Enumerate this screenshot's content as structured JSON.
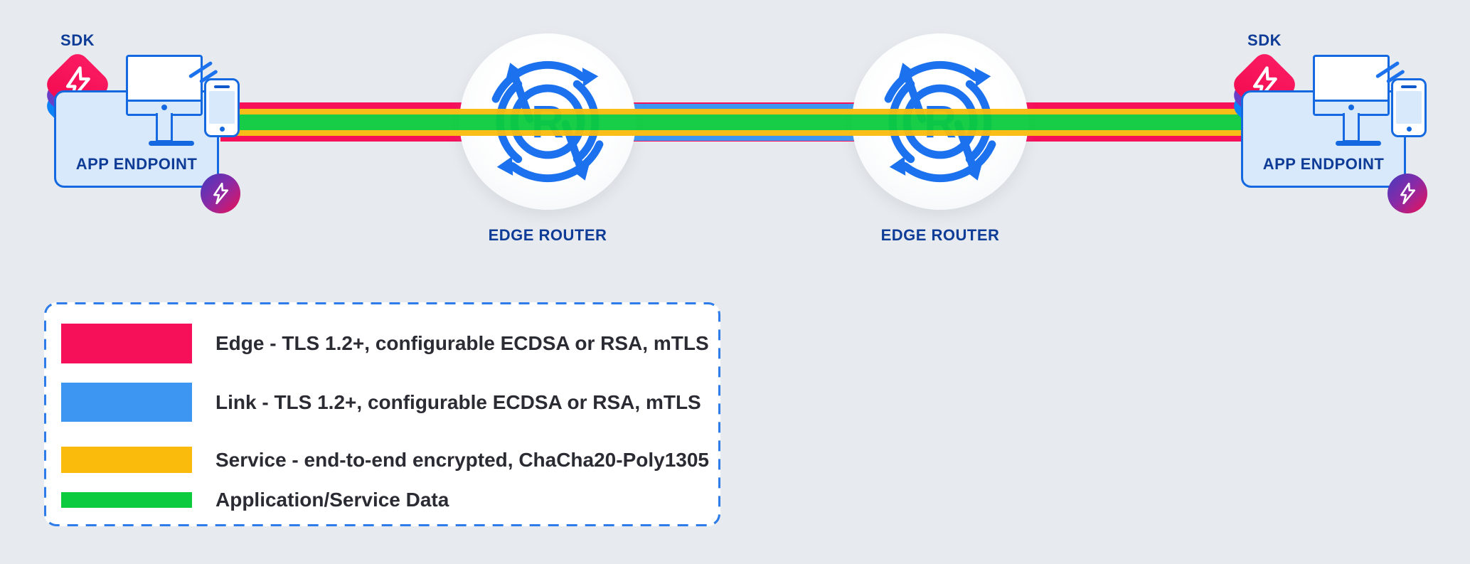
{
  "colors": {
    "bg": "#E7EAEE",
    "edge_red": "#F6105A",
    "link_blue": "#3E96F3",
    "service_yellow": "#FBBB0C",
    "data_green": "#0CCB3F",
    "endpoint_fill": "#D8E9FC",
    "endpoint_border": "#1569E0",
    "label_blue": "#0E3C96",
    "icon_blue": "#1C72EE",
    "legend_border": "#2D7CE9",
    "legend_text": "#2B2B33",
    "stack_blue": "#0C82F7",
    "stack_purple": "#693EC6",
    "stack_red": "#F2094E",
    "badge_grad_start": "#423BC0",
    "badge_grad_mid": "#8A2AA6",
    "badge_grad_end": "#ED0F54",
    "phone_speaker": "#0F59CC"
  },
  "endpoints": {
    "left": {
      "sdk_label": "SDK",
      "label": "APP ENDPOINT"
    },
    "right": {
      "sdk_label": "SDK",
      "label": "APP ENDPOINT"
    }
  },
  "routers": {
    "left": {
      "label": "EDGE ROUTER"
    },
    "right": {
      "label": "EDGE ROUTER"
    }
  },
  "legend": {
    "items": [
      {
        "id": "edge",
        "label": "Edge - TLS 1.2+, configurable ECDSA or RSA, mTLS"
      },
      {
        "id": "link",
        "label": "Link - TLS 1.2+, configurable ECDSA or RSA, mTLS"
      },
      {
        "id": "service",
        "label": "Service - end-to-end encrypted, ChaCha20-Poly1305"
      },
      {
        "id": "data",
        "label": "Application/Service Data"
      }
    ]
  }
}
